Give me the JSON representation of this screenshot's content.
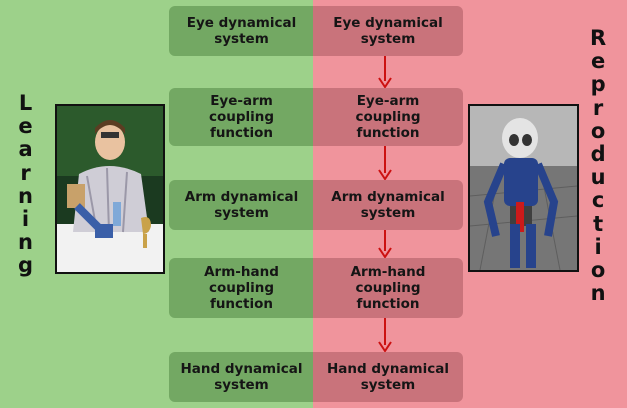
{
  "learning_label": [
    "L",
    "e",
    "a",
    "r",
    "n",
    "i",
    "n",
    "g"
  ],
  "reproduction_label": [
    "R",
    "e",
    "p",
    "r",
    "o",
    "d",
    "u",
    "c",
    "t",
    "i",
    "o",
    "n"
  ],
  "left_column": [
    {
      "id": "eye",
      "lines": [
        "Eye dynamical",
        "system"
      ]
    },
    {
      "id": "eye-arm",
      "lines": [
        "Eye-arm",
        "coupling",
        "function"
      ]
    },
    {
      "id": "arm",
      "lines": [
        "Arm dynamical",
        "system"
      ]
    },
    {
      "id": "arm-hand",
      "lines": [
        "Arm-hand",
        "coupling",
        "function"
      ]
    },
    {
      "id": "hand",
      "lines": [
        "Hand dynamical",
        "system"
      ]
    }
  ],
  "right_column": [
    {
      "id": "eye",
      "lines": [
        "Eye dynamical",
        "system"
      ]
    },
    {
      "id": "eye-arm",
      "lines": [
        "Eye-arm",
        "coupling",
        "function"
      ]
    },
    {
      "id": "arm",
      "lines": [
        "Arm dynamical",
        "system"
      ]
    },
    {
      "id": "arm-hand",
      "lines": [
        "Arm-hand",
        "coupling",
        "function"
      ]
    },
    {
      "id": "hand",
      "lines": [
        "Hand dynamical",
        "system"
      ]
    }
  ],
  "colors": {
    "left_background": "#9dd18a",
    "right_background": "#f0949c",
    "left_box": "#73a863",
    "right_box": "#c9737b",
    "arrow": "#cc1111"
  }
}
